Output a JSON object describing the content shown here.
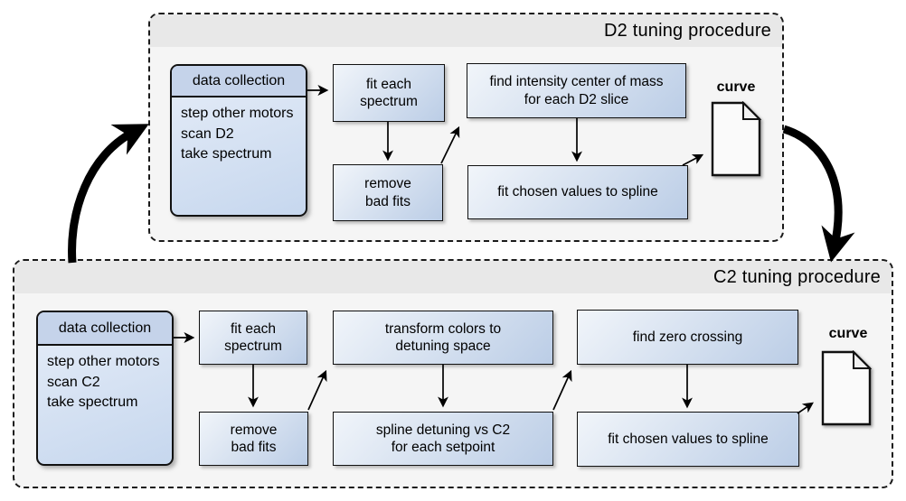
{
  "d2": {
    "title": "D2 tuning procedure",
    "data_collection": {
      "header": "data collection",
      "lines": [
        "step other motors",
        "scan D2",
        "take spectrum"
      ]
    },
    "nodes": {
      "fit_each_spectrum": [
        "fit each",
        "spectrum"
      ],
      "remove_bad_fits": [
        "remove",
        "bad fits"
      ],
      "find_intensity_com": [
        "find intensity center of mass",
        "for each D2 slice"
      ],
      "fit_chosen_spline": [
        "fit chosen values to spline"
      ]
    },
    "curve_label": "curve"
  },
  "c2": {
    "title": "C2 tuning procedure",
    "data_collection": {
      "header": "data collection",
      "lines": [
        "step other motors",
        "scan C2",
        "take spectrum"
      ]
    },
    "nodes": {
      "fit_each_spectrum": [
        "fit each",
        "spectrum"
      ],
      "remove_bad_fits": [
        "remove",
        "bad fits"
      ],
      "transform_colors": [
        "transform colors to",
        "detuning space"
      ],
      "spline_detuning": [
        "spline detuning vs C2",
        "for each setpoint"
      ],
      "find_zero_crossing": [
        "find zero crossing"
      ],
      "fit_chosen_spline": [
        "fit chosen values to spline"
      ]
    },
    "curve_label": "curve"
  },
  "colors": {
    "node_border": "#111111",
    "node_fill_light": "#f1f5fa",
    "node_fill_dark": "#bbcde6",
    "data_collection_header_fill": "#c5d3ea",
    "container_bg": "#f5f5f5",
    "title_band_bg": "#e8e8e8",
    "arrow": "#000000"
  }
}
